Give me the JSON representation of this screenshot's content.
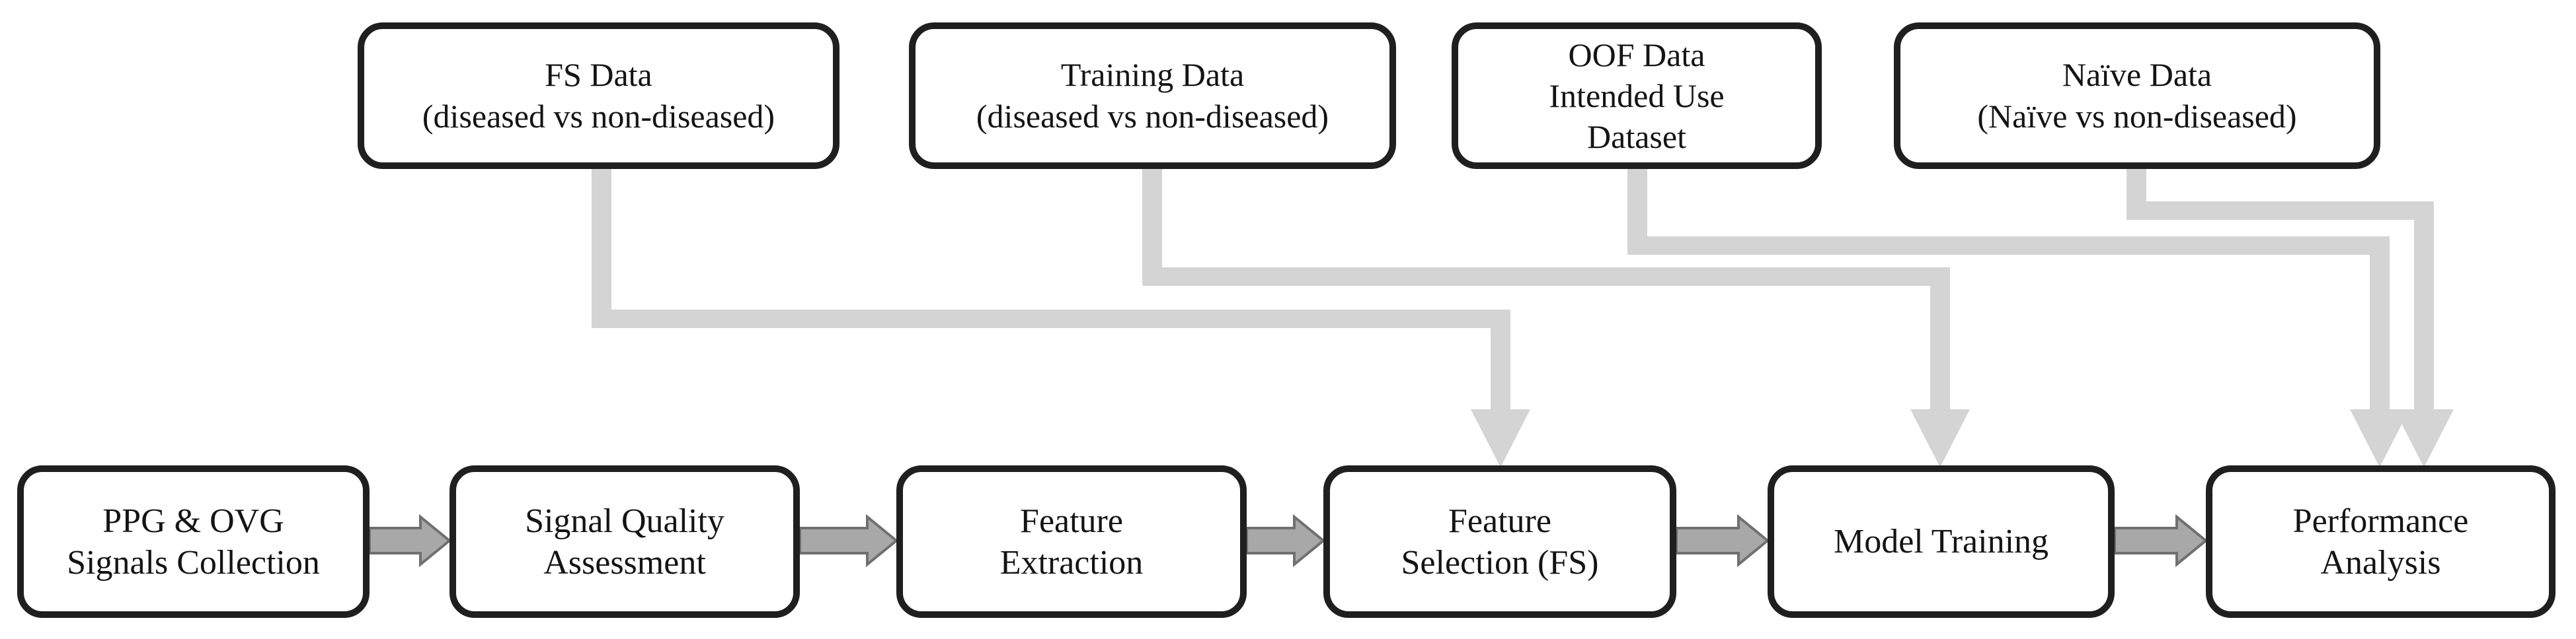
{
  "figure": {
    "type": "flowchart",
    "background": "#ffffff",
    "colors": {
      "node_border": "#1f1f1f",
      "node_fill": "#ffffff",
      "node_text": "#141414",
      "data_connector": "#d4d4d4",
      "flow_arrow_fill": "#a8a8a8",
      "flow_arrow_stroke": "#707070"
    },
    "top_nodes": [
      {
        "label": "FS Data\n(diseased vs non-diseased)"
      },
      {
        "label": "Training Data\n(diseased vs non-diseased)"
      },
      {
        "label": "OOF Data\nIntended Use\nDataset"
      },
      {
        "label": "Naïve Data\n(Naïve vs non-diseased)"
      }
    ],
    "pipeline_nodes": [
      {
        "label": "PPG & OVG\nSignals Collection"
      },
      {
        "label": "Signal Quality\nAssessment"
      },
      {
        "label": "Feature\nExtraction"
      },
      {
        "label": "Feature\nSelection (FS)"
      },
      {
        "label": "Model Training"
      },
      {
        "label": "Performance\nAnalysis"
      }
    ],
    "connections": [
      {
        "from": "PPG & OVG Signals Collection",
        "to": "Signal Quality Assessment",
        "style": "flow-arrow"
      },
      {
        "from": "Signal Quality Assessment",
        "to": "Feature Extraction",
        "style": "flow-arrow"
      },
      {
        "from": "Feature Extraction",
        "to": "Feature Selection (FS)",
        "style": "flow-arrow"
      },
      {
        "from": "Feature Selection (FS)",
        "to": "Model Training",
        "style": "flow-arrow"
      },
      {
        "from": "Model Training",
        "to": "Performance Analysis",
        "style": "flow-arrow"
      },
      {
        "from": "FS Data",
        "to": "Feature Selection (FS)",
        "style": "data-connector"
      },
      {
        "from": "Training Data",
        "to": "Model Training",
        "style": "data-connector"
      },
      {
        "from": "OOF Data Intended Use Dataset",
        "to": "Performance Analysis",
        "style": "data-connector"
      },
      {
        "from": "Naïve Data",
        "to": "Performance Analysis",
        "style": "data-connector"
      }
    ]
  }
}
